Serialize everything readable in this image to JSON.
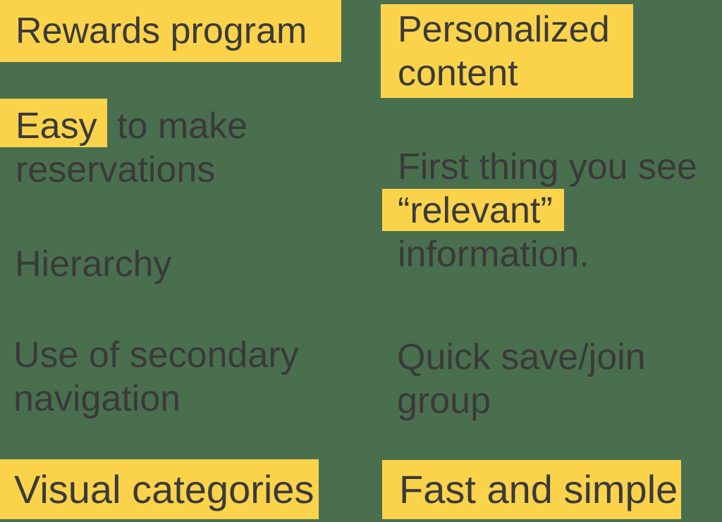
{
  "colors": {
    "background": "#4a6f4e",
    "highlight": "#fbd34b",
    "text": "#3a3a3a"
  },
  "left_column": {
    "rewards": {
      "label": "Rewards program"
    },
    "easy": {
      "highlight": "Easy",
      "line1_rest": " to make",
      "line2": "reservations"
    },
    "hierarchy": {
      "label": "Hierarchy"
    },
    "secondary": {
      "line1": "Use of secondary",
      "line2": "navigation"
    },
    "visual": {
      "label": "Visual categories"
    }
  },
  "right_column": {
    "personalized": {
      "line1": "Personalized",
      "line2": "content"
    },
    "first": {
      "line1": "First thing you see",
      "highlight": "“relevant”",
      "line3": "information."
    },
    "quick": {
      "line1": "Quick save/join",
      "line2": "group"
    },
    "fast": {
      "label": "Fast and simple"
    }
  }
}
